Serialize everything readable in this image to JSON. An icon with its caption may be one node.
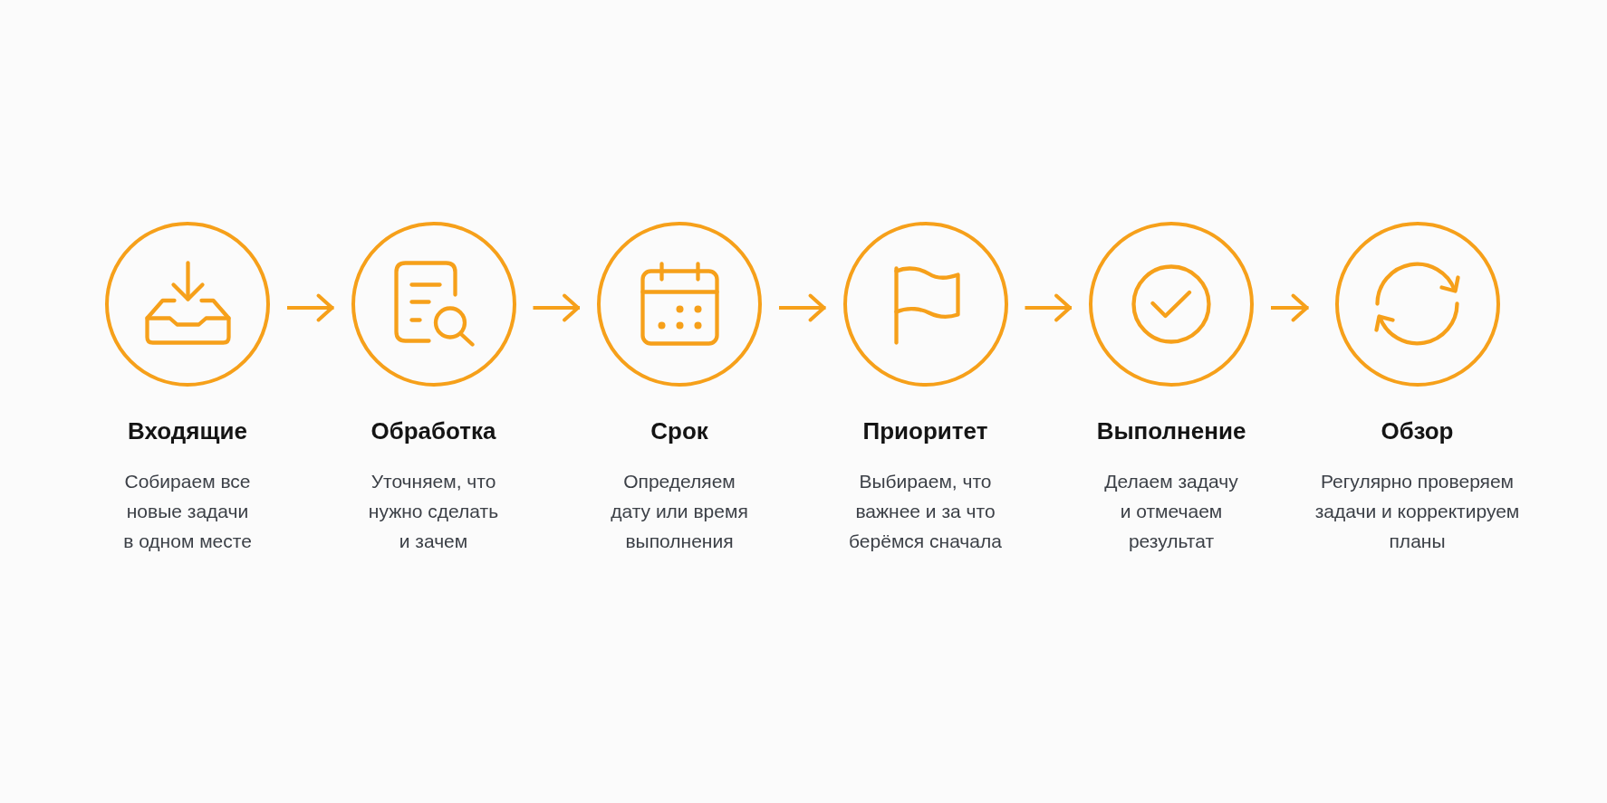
{
  "diagram": {
    "nodes": [
      {
        "text": [
          "Входящие",
          "Собираем все новые задачи в одном месте"
        ]
      },
      {
        "text": [
          "Обработка",
          "Уточняем, что нужно сделать и зачем"
        ]
      },
      {
        "text": [
          "Срок",
          "Определяем дату или время выполнения"
        ]
      },
      {
        "text": [
          "Приоритет",
          "Выбираем, что важнее и за что берёмся сначала"
        ]
      },
      {
        "text": [
          "Выполнение",
          "Делаем задачу и отмечаем результат"
        ]
      },
      {
        "text": [
          "Обзор",
          "Регулярно проверяем задачи и корректируем планы"
        ]
      }
    ],
    "edges": [
      {
        "from": 0,
        "to": 1,
        "arrow": "to"
      },
      {
        "from": 1,
        "to": 2,
        "arrow": "to"
      },
      {
        "from": 2,
        "to": 3,
        "arrow": "to"
      },
      {
        "from": 3,
        "to": 4,
        "arrow": "to"
      },
      {
        "from": 4,
        "to": 5,
        "arrow": "to"
      }
    ]
  }
}
